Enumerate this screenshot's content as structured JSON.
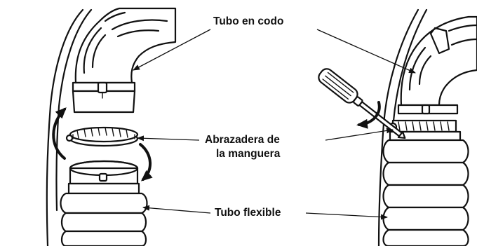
{
  "labels": {
    "elbow_pipe": "Tubo en codo",
    "hose_clamp_line1": "Abrazadera de",
    "hose_clamp_line2": "la manguera",
    "flexible_pipe": "Tubo flexible"
  },
  "icons": [
    "screwdriver-icon",
    "rotation-arrow-icon"
  ],
  "colors": {
    "line": "#111111",
    "background": "#ffffff"
  }
}
